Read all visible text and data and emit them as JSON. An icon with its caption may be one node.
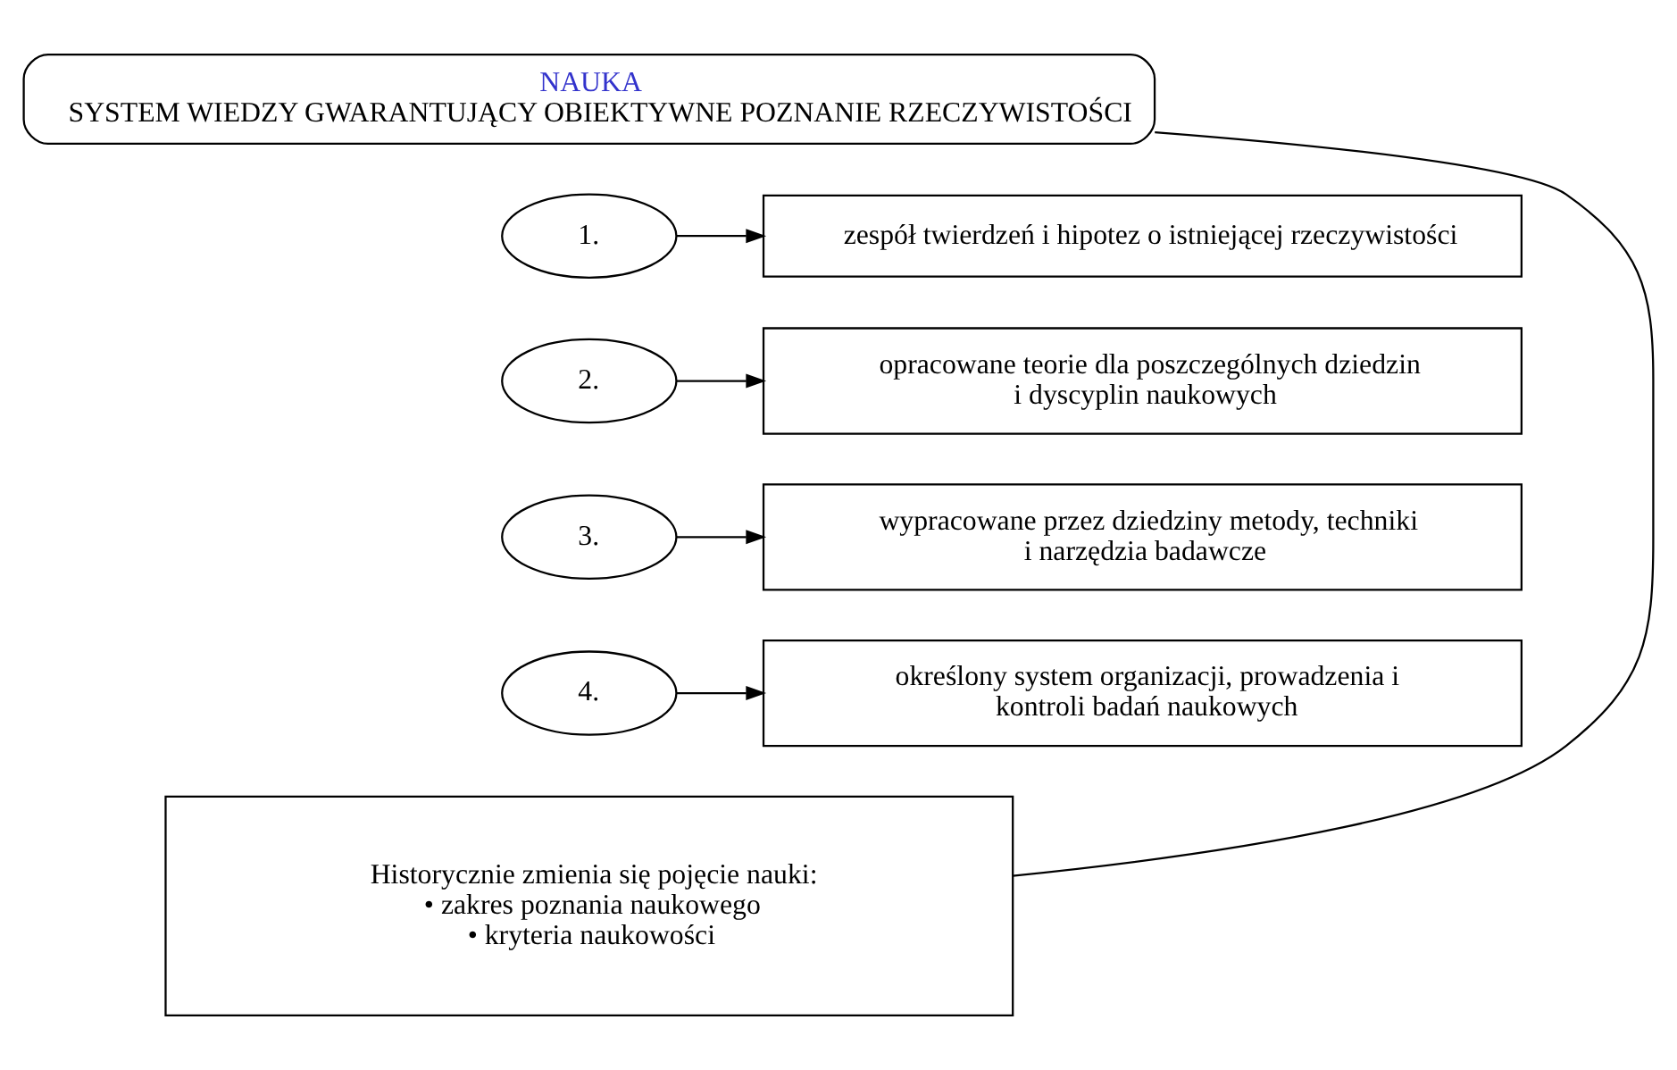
{
  "diagram": {
    "nodes": [
      {
        "text": [
          "NAUKA",
          "SYSTEM WIEDZY GWARANTUJĄCY OBIEKTYWNE POZNANIE RZECZYWISTOŚCI"
        ]
      },
      {
        "text": [
          "1."
        ]
      },
      {
        "text": [
          "zespół twierdzeń i hipotez o istniejącej rzeczywistości"
        ]
      },
      {
        "text": [
          "2."
        ]
      },
      {
        "text": [
          "opracowane teorie dla poszczególnych dziedzin i dyscyplin naukowych"
        ]
      },
      {
        "text": [
          "3."
        ]
      },
      {
        "text": [
          "wypracowane przez dziedziny metody, techniki i narzędzia badawcze"
        ]
      },
      {
        "text": [
          "4."
        ]
      },
      {
        "text": [
          "określony system organizacji, prowadzenia i kontroli badań naukowych"
        ]
      },
      {
        "text": [
          "Historycznie zmienia się pojęcie nauki:",
          "• zakres poznania naukowego",
          "• kryteria naukowości"
        ]
      }
    ],
    "edges": [
      {
        "from": 0,
        "to": 9,
        "arrow": "none"
      },
      {
        "from": 1,
        "to": 2,
        "arrow": "to"
      },
      {
        "from": 3,
        "to": 4,
        "arrow": "to"
      },
      {
        "from": 5,
        "to": 6,
        "arrow": "to"
      },
      {
        "from": 7,
        "to": 8,
        "arrow": "to"
      }
    ]
  }
}
